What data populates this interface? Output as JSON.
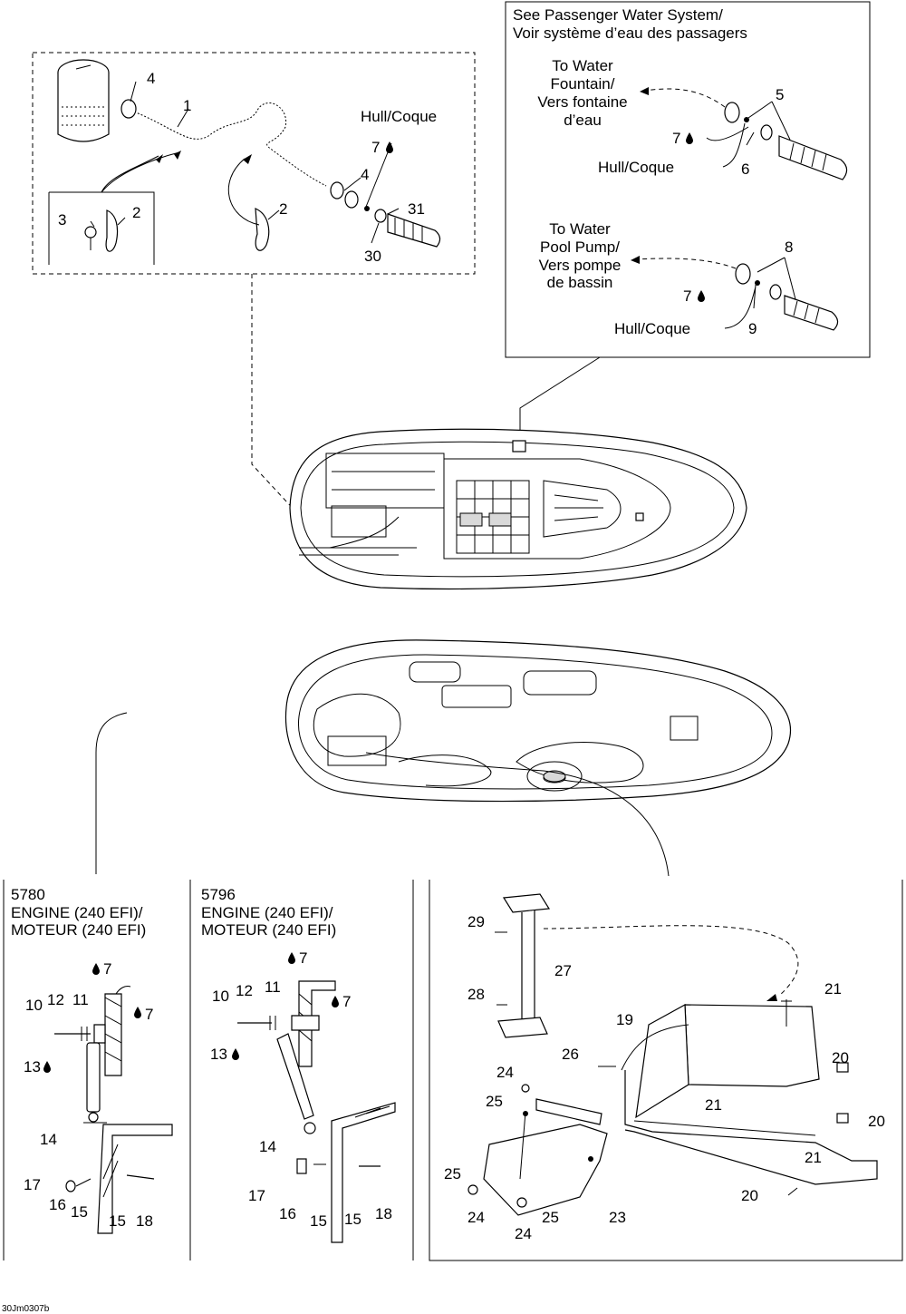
{
  "figure_id": "30Jm0307b",
  "water_system": {
    "title_line1": "See Passenger Water System/",
    "title_line2": "Voir système d’eau des passagers",
    "fountain": [
      "To Water",
      "Fountain/",
      "Vers fontaine",
      "d’eau"
    ],
    "pool_pump": [
      "To Water",
      "Pool Pump/",
      "Vers pompe",
      "de bassin"
    ],
    "hull_coque": "Hull/Coque"
  },
  "engine_5780": {
    "code": "5780",
    "line1": "ENGINE (240 EFI)/",
    "line2": "MOTEUR (240 EFI)"
  },
  "engine_5796": {
    "code": "5796",
    "line1": "ENGINE (240 EFI)/",
    "line2": "MOTEUR (240 EFI)"
  },
  "callouts": {
    "n1": "1",
    "n2": "2",
    "n3": "3",
    "n4": "4",
    "n5": "5",
    "n6": "6",
    "n7": "7",
    "n8": "8",
    "n9": "9",
    "n10": "10",
    "n11": "11",
    "n12": "12",
    "n13": "13",
    "n14": "14",
    "n15": "15",
    "n16": "16",
    "n17": "17",
    "n18": "18",
    "n19": "19",
    "n20": "20",
    "n21": "21",
    "n23": "23",
    "n24": "24",
    "n25": "25",
    "n26": "26",
    "n27": "27",
    "n28": "28",
    "n29": "29",
    "n30": "30",
    "n31": "31"
  },
  "icons": [
    "drop-icon"
  ]
}
